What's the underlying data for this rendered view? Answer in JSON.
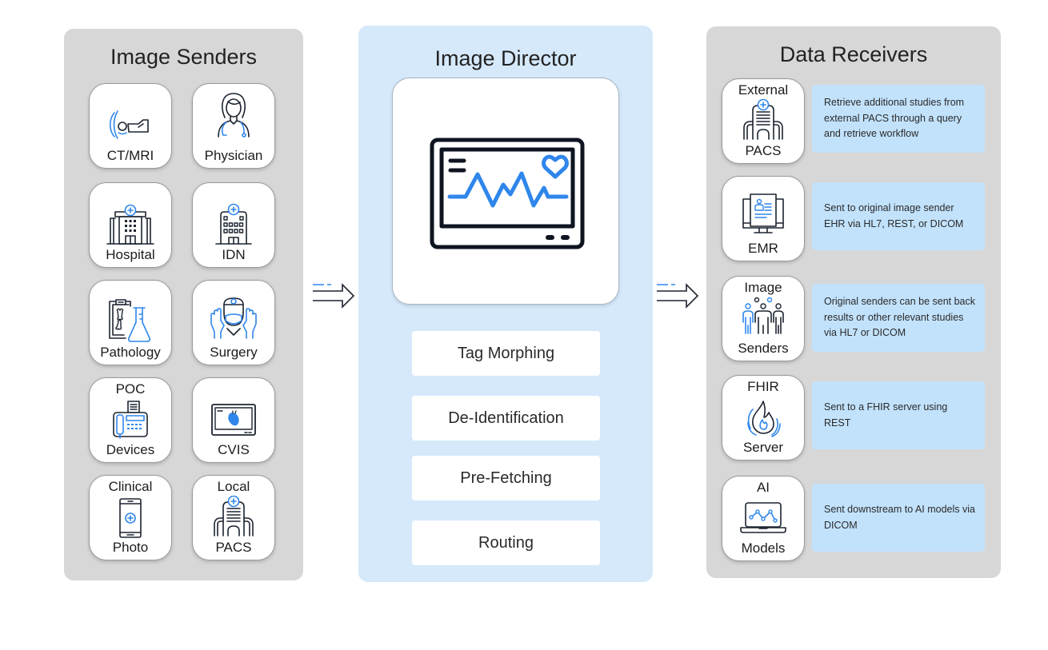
{
  "senders": {
    "title": "Image Senders",
    "items": [
      {
        "id": "ct-mri",
        "label_top": "",
        "label_bottom": "CT/MRI",
        "icon": "ct-scanner-icon"
      },
      {
        "id": "physician",
        "label_top": "",
        "label_bottom": "Physician",
        "icon": "physician-icon"
      },
      {
        "id": "hospital",
        "label_top": "",
        "label_bottom": "Hospital",
        "icon": "hospital-icon"
      },
      {
        "id": "idn",
        "label_top": "",
        "label_bottom": "IDN",
        "icon": "idn-building-icon"
      },
      {
        "id": "pathology",
        "label_top": "",
        "label_bottom": "Pathology",
        "icon": "pathology-icon"
      },
      {
        "id": "surgery",
        "label_top": "",
        "label_bottom": "Surgery",
        "icon": "surgeon-icon"
      },
      {
        "id": "poc-devices",
        "label_top": "POC",
        "label_bottom": "Devices",
        "icon": "poc-device-icon"
      },
      {
        "id": "cvis",
        "label_top": "",
        "label_bottom": "CVIS",
        "icon": "cvis-monitor-icon"
      },
      {
        "id": "clinical-photo",
        "label_top": "Clinical",
        "label_bottom": "Photo",
        "icon": "phone-icon"
      },
      {
        "id": "local-pacs",
        "label_top": "Local",
        "label_bottom": "PACS",
        "icon": "pacs-building-icon"
      }
    ]
  },
  "director": {
    "title": "Image Director",
    "icon": "heart-monitor-icon",
    "features": [
      "Tag Morphing",
      "De-Identification",
      "Pre-Fetching",
      "Routing"
    ]
  },
  "receivers": {
    "title": "Data Receivers",
    "items": [
      {
        "id": "external-pacs",
        "label_top": "External",
        "label_bottom": "PACS",
        "icon": "pacs-building-icon",
        "description": "Retrieve additional studies from external PACS through a query and retrieve workflow"
      },
      {
        "id": "emr",
        "label_top": "",
        "label_bottom": "EMR",
        "icon": "emr-computer-icon",
        "description": "Sent to original image sender EHR via HL7, REST, or DICOM"
      },
      {
        "id": "image-senders",
        "label_top": "Image",
        "label_bottom": "Senders",
        "icon": "people-group-icon",
        "description": "Original senders can be sent back results or other relevant studies via HL7 or DICOM"
      },
      {
        "id": "fhir-server",
        "label_top": "FHIR",
        "label_bottom": "Server",
        "icon": "fhir-flame-icon",
        "description": "Sent to a FHIR server using REST"
      },
      {
        "id": "ai-models",
        "label_top": "AI",
        "label_bottom": "Models",
        "icon": "ai-laptop-icon",
        "description": "Sent downstream to AI models via DICOM"
      }
    ]
  },
  "colors": {
    "accent_blue": "#2f86eb",
    "icon_dark": "#1c2430",
    "senders_panel": "#d7d7d7",
    "director_panel": "#d5e9fb",
    "description_box": "#c2e2fc"
  }
}
